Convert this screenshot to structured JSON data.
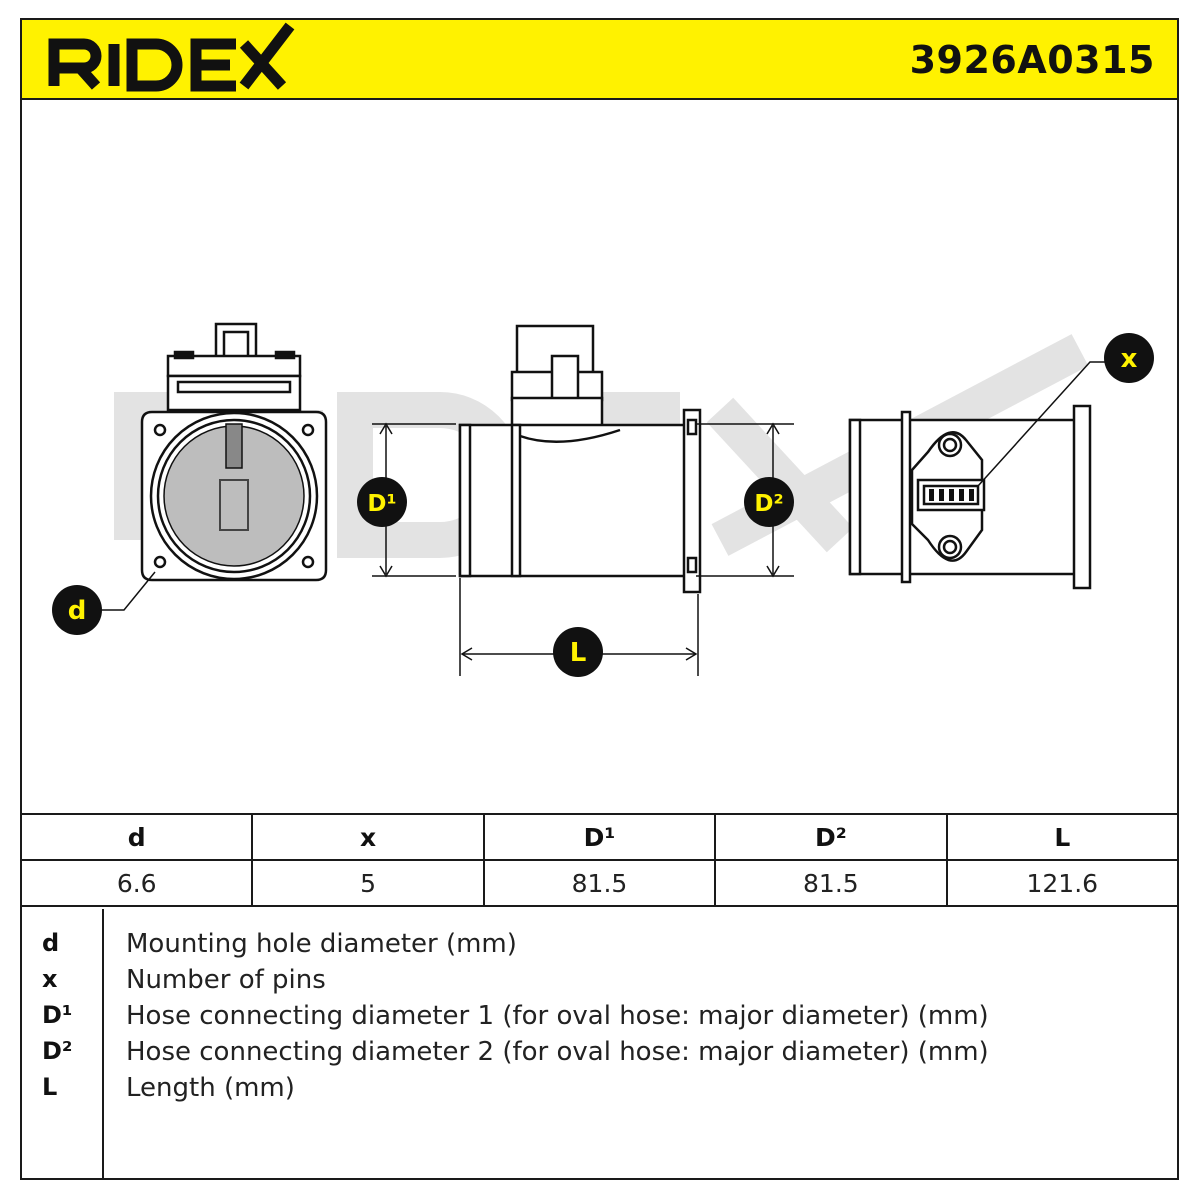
{
  "header": {
    "brand": "RIDEX",
    "part_number": "3926A0315",
    "accent_color": "#fff200"
  },
  "drawing": {
    "watermark": "RIDEX",
    "callouts": {
      "d": "d",
      "x": "x",
      "D1": "D¹",
      "D2": "D²",
      "L": "L"
    }
  },
  "dimensions_table": {
    "headers": [
      "d",
      "x",
      "D¹",
      "D²",
      "L"
    ],
    "values": [
      "6.6",
      "5",
      "81.5",
      "81.5",
      "121.6"
    ]
  },
  "legend": [
    {
      "symbol": "d",
      "description": "Mounting hole diameter (mm)"
    },
    {
      "symbol": "x",
      "description": "Number of pins"
    },
    {
      "symbol": "D¹",
      "description": "Hose connecting diameter 1 (for oval hose: major diameter) (mm)"
    },
    {
      "symbol": "D²",
      "description": "Hose connecting diameter 2 (for oval hose: major diameter) (mm)"
    },
    {
      "symbol": "L",
      "description": "Length (mm)"
    }
  ]
}
